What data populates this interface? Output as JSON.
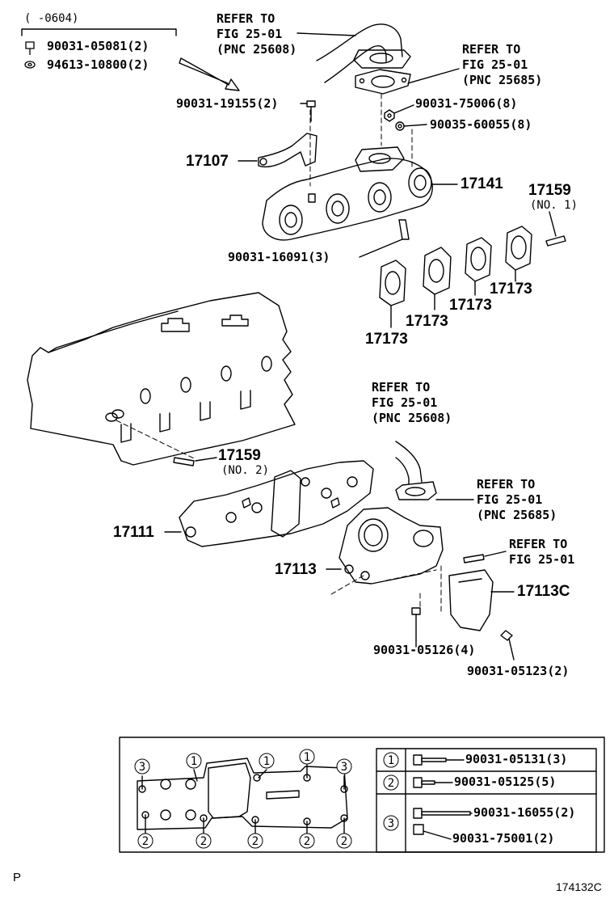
{
  "diagram": {
    "top_bracket_range": "(      -0604)",
    "top_bolt_1": "90031-05081(2)",
    "top_washer_1": "94613-10800(2)",
    "refer_fig_a": [
      "REFER TO",
      "FIG 25-01",
      "(PNC 25608)"
    ],
    "refer_fig_b": [
      "REFER TO",
      "FIG 25-01",
      "(PNC 25685)"
    ],
    "bolt_19155": "90031-19155(2)",
    "nut_75006": "90031-75006(8)",
    "washer_60055": "90035-60055(8)",
    "part_17107": "17107",
    "part_17141": "17141",
    "part_17159_no1": "17159",
    "no1": "(NO. 1)",
    "stud_16091": "90031-16091(3)",
    "gasket_17173": "17173",
    "refer_fig_c": [
      "REFER TO",
      "FIG 25-01",
      "(PNC 25608)"
    ],
    "refer_fig_d": [
      "REFER TO",
      "FIG 25-01",
      "(PNC 25685)"
    ],
    "part_17159_no2": "17159",
    "no2": "(NO. 2)",
    "part_17111": "17111",
    "refer_fig_e": [
      "REFER TO",
      "FIG 25-01"
    ],
    "part_17113": "17113",
    "part_17113C": "17113C",
    "bolt_05126": "90031-05126(4)",
    "bolt_05123": "90031-05123(2)",
    "legend": {
      "rows": [
        {
          "key": "1",
          "parts": [
            "90031-05131(3)"
          ]
        },
        {
          "key": "2",
          "parts": [
            "90031-05125(5)"
          ]
        },
        {
          "key": "3",
          "parts": [
            "90031-16055(2)",
            "90031-75001(2)"
          ]
        }
      ]
    },
    "page_mark": "P",
    "figure_id": "174132C"
  }
}
